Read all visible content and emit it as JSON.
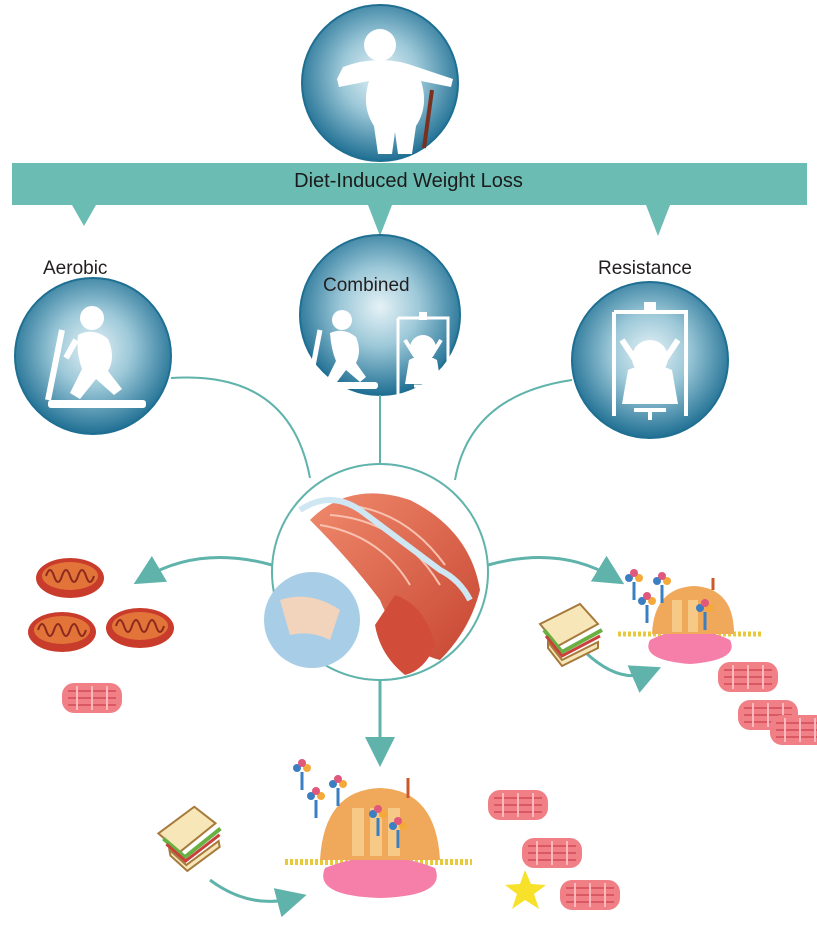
{
  "banner": {
    "title": "Diet-Induced Weight Loss"
  },
  "arms": {
    "aerobic": "Aerobic",
    "combined": "Combined",
    "resistance": "Resistance"
  },
  "colors": {
    "teal_banner": "#6bbcb3",
    "teal_line": "#5fb3ab",
    "circle_dark": "#1f6f93",
    "circle_light": "#bcdbe6",
    "muscle_red": "#d85a3e",
    "myofibril_pink": "#f07f86",
    "ribosome_orange": "#f0a85a",
    "ribosome_pink": "#f57fa8",
    "star_yellow": "#f7e12a"
  },
  "icons": {
    "top": "obese-person-with-cane-icon",
    "aerobic": "treadmill-runner-icon",
    "combined": "treadmill-and-weight-machine-icon",
    "resistance": "weight-machine-icon",
    "center": "thigh-muscle-icon"
  }
}
